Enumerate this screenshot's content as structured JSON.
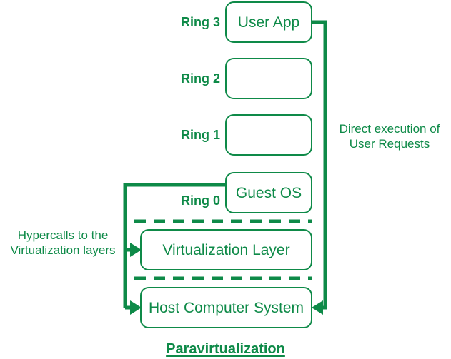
{
  "diagram": {
    "title": "Paravirtualization",
    "accent_color": "#0e8a48",
    "background_color": "#ffffff",
    "rings": [
      {
        "label": "Ring 3",
        "box_text": "User App"
      },
      {
        "label": "Ring 2",
        "box_text": ""
      },
      {
        "label": "Ring 1",
        "box_text": ""
      },
      {
        "label": "Ring 0",
        "box_text": "Guest OS"
      }
    ],
    "layers": [
      {
        "box_text": "Virtualization Layer"
      },
      {
        "box_text": "Host Computer System"
      }
    ],
    "annotations": {
      "right": {
        "line1": "Direct execution of",
        "line2": "User Requests"
      },
      "left": {
        "line1": "Hypercalls to the",
        "line2": "Virtualization layers"
      }
    }
  }
}
